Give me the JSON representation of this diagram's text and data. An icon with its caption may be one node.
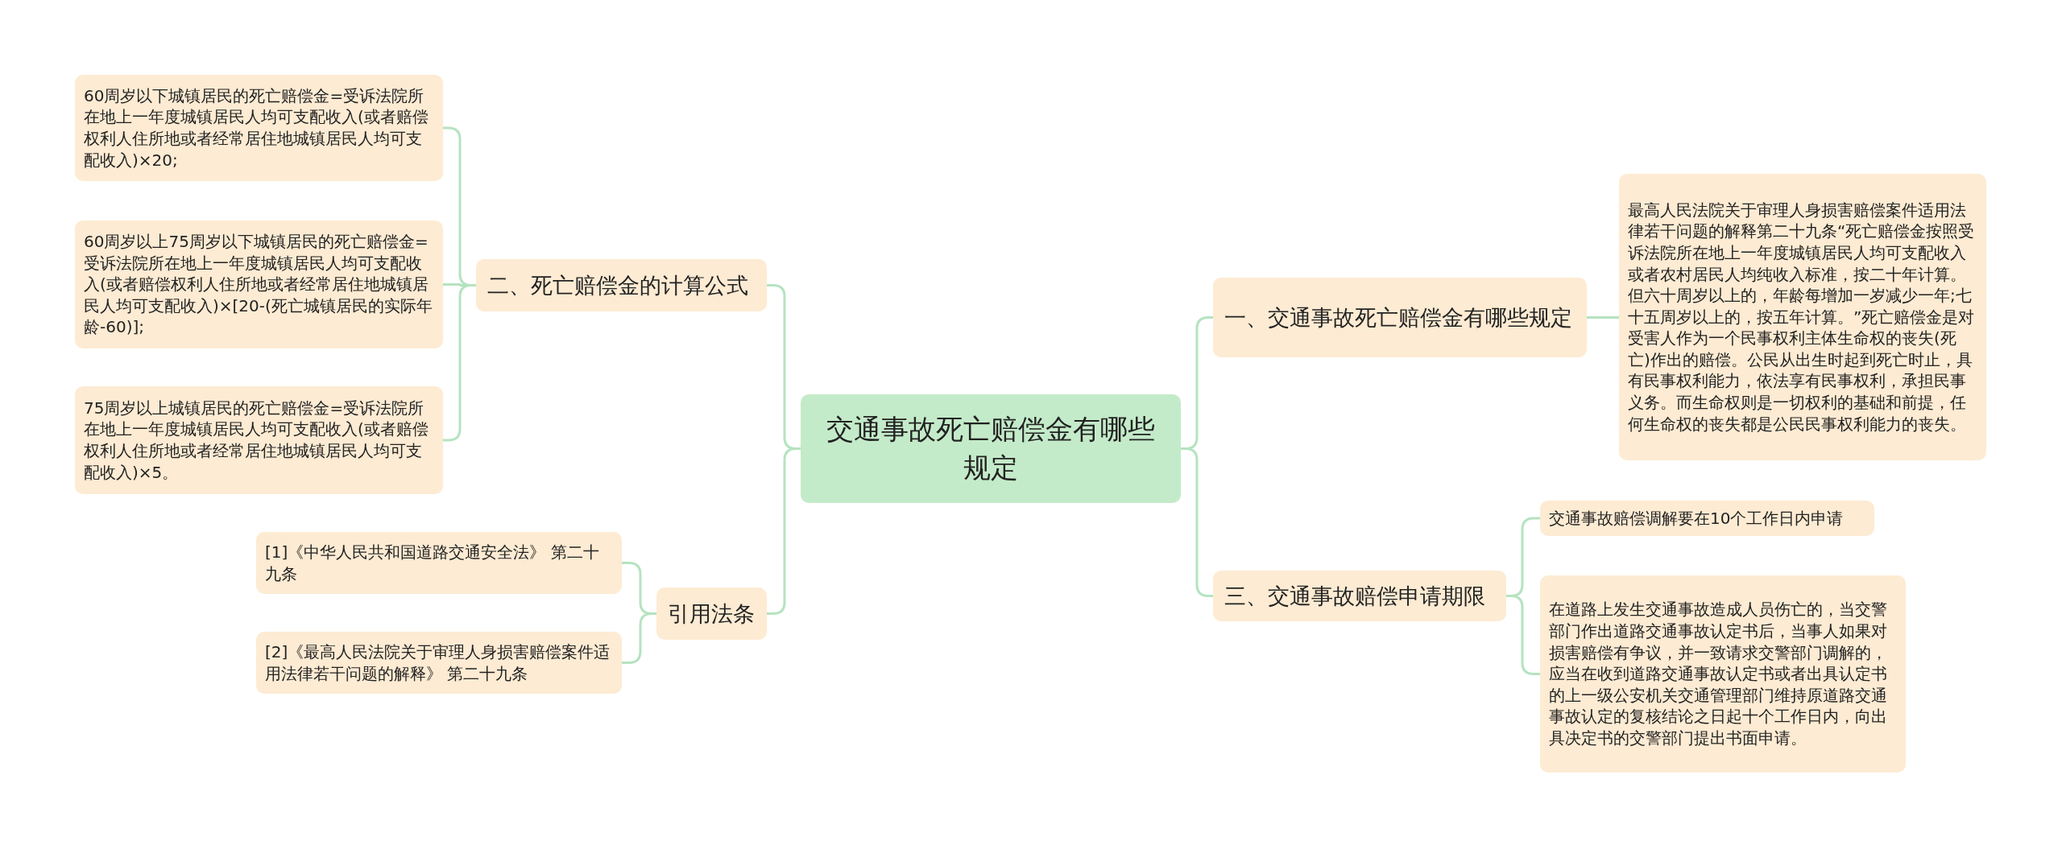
{
  "diagram": {
    "nodes": [
      {
        "text": [
          "交通事故死亡赔偿金有哪些规定"
        ]
      },
      {
        "text": [
          "一、交通事故死亡赔偿金有哪些规定"
        ]
      },
      {
        "text": [
          "最高人民法院关于审理人身损害赔偿案件适用法律若干问题的解释第二十九条“死亡赔偿金按照受诉法院所在地上一年度城镇居民人均可支配收入或者农村居民人均纯收入标准，按二十年计算。但六十周岁以上的，年龄每增加一岁减少一年;七十五周岁以上的，按五年计算。”死亡赔偿金是对受害人作为一个民事权利主体生命权的丧失(死亡)作出的赔偿。公民从出生时起到死亡时止，具有民事权利能力，依法享有民事权利，承担民事义务。而生命权则是一切权利的基础和前提，任何生命权的丧失都是公民民事权利能力的丧失。"
        ]
      },
      {
        "text": [
          "三、交通事故赔偿申请期限"
        ]
      },
      {
        "text": [
          "交通事故赔偿调解要在10个工作日内申请"
        ]
      },
      {
        "text": [
          "在道路上发生交通事故造成人员伤亡的，当交警部门作出道路交通事故认定书后，当事人如果对损害赔偿有争议，并一致请求交警部门调解的，应当在收到道路交通事故认定书或者出具认定书的上一级公安机关交通管理部门维持原道路交通事故认定的复核结论之日起十个工作日内，向出具决定书的交警部门提出书面申请。"
        ]
      },
      {
        "text": [
          "二、死亡赔偿金的计算公式"
        ]
      },
      {
        "text": [
          "60周岁以下城镇居民的死亡赔偿金=受诉法院所在地上一年度城镇居民人均可支配收入(或者赔偿权利人住所地或者经常居住地城镇居民人均可支配收入)×20;"
        ]
      },
      {
        "text": [
          "60周岁以上75周岁以下城镇居民的死亡赔偿金=受诉法院所在地上一年度城镇居民人均可支配收入(或者赔偿权利人住所地或者经常居住地城镇居民人均可支配收入)×[20-(死亡城镇居民的实际年龄-60)];"
        ]
      },
      {
        "text": [
          "75周岁以上城镇居民的死亡赔偿金=受诉法院所在地上一年度城镇居民人均可支配收入(或者赔偿权利人住所地或者经常居住地城镇居民人均可支配收入)×5。"
        ]
      },
      {
        "text": [
          "引用法条"
        ]
      },
      {
        "text": [
          "[1]《中华人民共和国道路交通安全法》 第二十九条"
        ]
      },
      {
        "text": [
          "[2]《最高人民法院关于审理人身损害赔偿案件适用法律若干问题的解释》 第二十九条"
        ]
      }
    ],
    "edges": [
      {
        "from": 0,
        "to": 1,
        "arrow": "none"
      },
      {
        "from": 1,
        "to": 2,
        "arrow": "none"
      },
      {
        "from": 0,
        "to": 3,
        "arrow": "none"
      },
      {
        "from": 3,
        "to": 4,
        "arrow": "none"
      },
      {
        "from": 3,
        "to": 5,
        "arrow": "none"
      },
      {
        "from": 0,
        "to": 6,
        "arrow": "none"
      },
      {
        "from": 6,
        "to": 7,
        "arrow": "none"
      },
      {
        "from": 6,
        "to": 8,
        "arrow": "none"
      },
      {
        "from": 6,
        "to": 9,
        "arrow": "none"
      },
      {
        "from": 0,
        "to": 10,
        "arrow": "none"
      },
      {
        "from": 10,
        "to": 11,
        "arrow": "none"
      },
      {
        "from": 10,
        "to": 12,
        "arrow": "none"
      }
    ]
  }
}
